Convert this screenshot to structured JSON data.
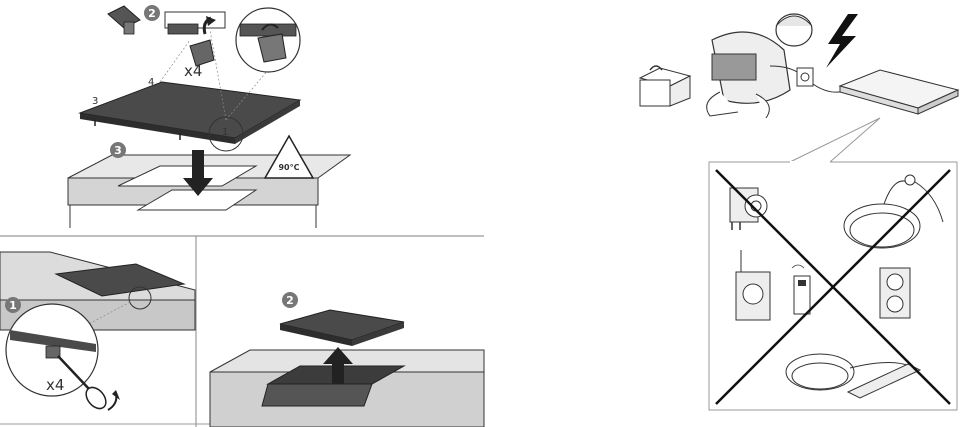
{
  "install": {
    "step1": "1",
    "step2": "2",
    "step3": "3",
    "part3": "3",
    "part4": "4",
    "multiplier": "x4",
    "temp_warning": "90°C"
  },
  "removal": {
    "step1": "1",
    "step2": "2",
    "multiplier": "x4"
  },
  "colors": {
    "hob_top": "#4a4a4a",
    "counter": "#cfcfcf",
    "step_badge": "#777777",
    "line": "#333333"
  }
}
